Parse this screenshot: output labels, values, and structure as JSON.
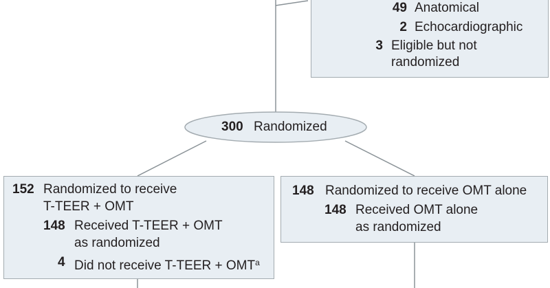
{
  "excluded": {
    "items": [
      {
        "count": "49",
        "label": "Anatomical"
      },
      {
        "count": "2",
        "label": "Echocardiographic"
      },
      {
        "count": "3",
        "label_line1": "Eligible but not",
        "label_line2": "randomized"
      }
    ]
  },
  "randomized": {
    "count": "300",
    "label": "Randomized"
  },
  "left_arm": {
    "count": "152",
    "label_line1": "Randomized to receive",
    "label_line2": "T-TEER + OMT",
    "received": {
      "count": "148",
      "label_line1": "Received T-TEER + OMT",
      "label_line2": "as randomized"
    },
    "not_received": {
      "count": "4",
      "label": "Did not receive T-TEER + OMT",
      "footnote": "a"
    }
  },
  "right_arm": {
    "count": "148",
    "label": "Randomized to receive OMT alone",
    "received": {
      "count": "148",
      "label_line1": "Received OMT alone",
      "label_line2": "as randomized"
    }
  },
  "colors": {
    "box_fill": "#e8eef3",
    "box_border": "#a3abb0",
    "line": "#8a9297"
  }
}
